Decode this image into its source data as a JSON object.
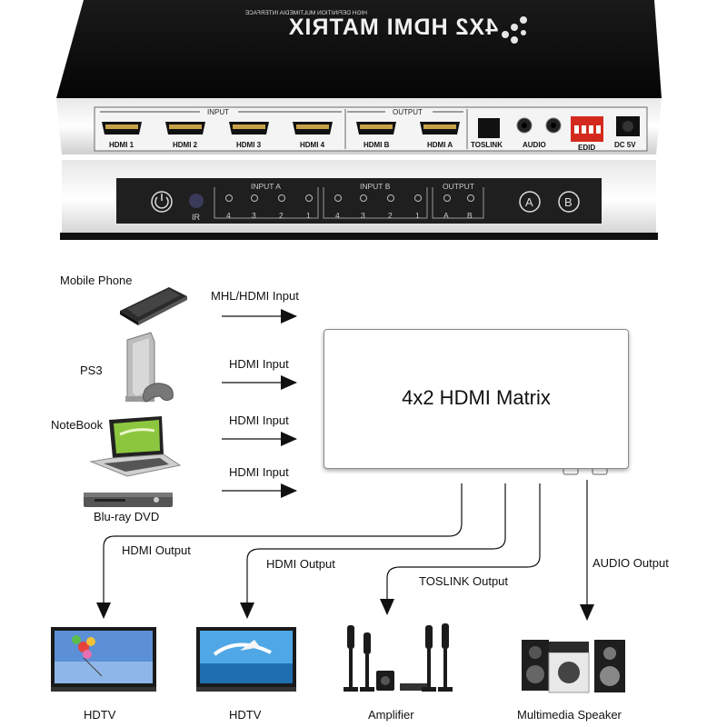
{
  "device": {
    "brand_text": "4X2 HDMI MATRIX",
    "tagline": "HIGH DEFINITION MULTIMEDIA INTERFACE",
    "rear_panel": {
      "input_group_label": "INPUT",
      "output_group_label": "OUTPUT",
      "ports": [
        "HDMI 1",
        "HDMI 2",
        "HDMI 3",
        "HDMI 4",
        "HDMI B",
        "HDMI A",
        "TOSLINK",
        "AUDIO",
        "EDID",
        "DC 5V"
      ]
    },
    "front_panel": {
      "ir_label": "IR",
      "input_a_label": "INPUT A",
      "input_b_label": "INPUT B",
      "output_label": "OUTPUT",
      "input_a_numbers": [
        "4",
        "3",
        "2",
        "1"
      ],
      "input_b_numbers": [
        "4",
        "3",
        "2",
        "1"
      ],
      "output_letters": [
        "A",
        "B"
      ],
      "button_a": "A",
      "button_b": "B"
    }
  },
  "diagram": {
    "matrix_label": "4x2 HDMI Matrix",
    "sources": [
      {
        "name": "Mobile Phone",
        "connection": "MHL/HDMI Input"
      },
      {
        "name": "PS3",
        "connection": "HDMI Input"
      },
      {
        "name": "NoteBook",
        "connection": "HDMI Input"
      },
      {
        "name": "Blu-ray DVD",
        "connection": "HDMI Input"
      }
    ],
    "outputs": [
      {
        "connection": "HDMI Output",
        "device": "HDTV"
      },
      {
        "connection": "HDMI Output",
        "device": "HDTV"
      },
      {
        "connection": "TOSLINK Output",
        "device": "Amplifier"
      },
      {
        "connection": "AUDIO Output",
        "device": "Multimedia Speaker"
      }
    ]
  }
}
